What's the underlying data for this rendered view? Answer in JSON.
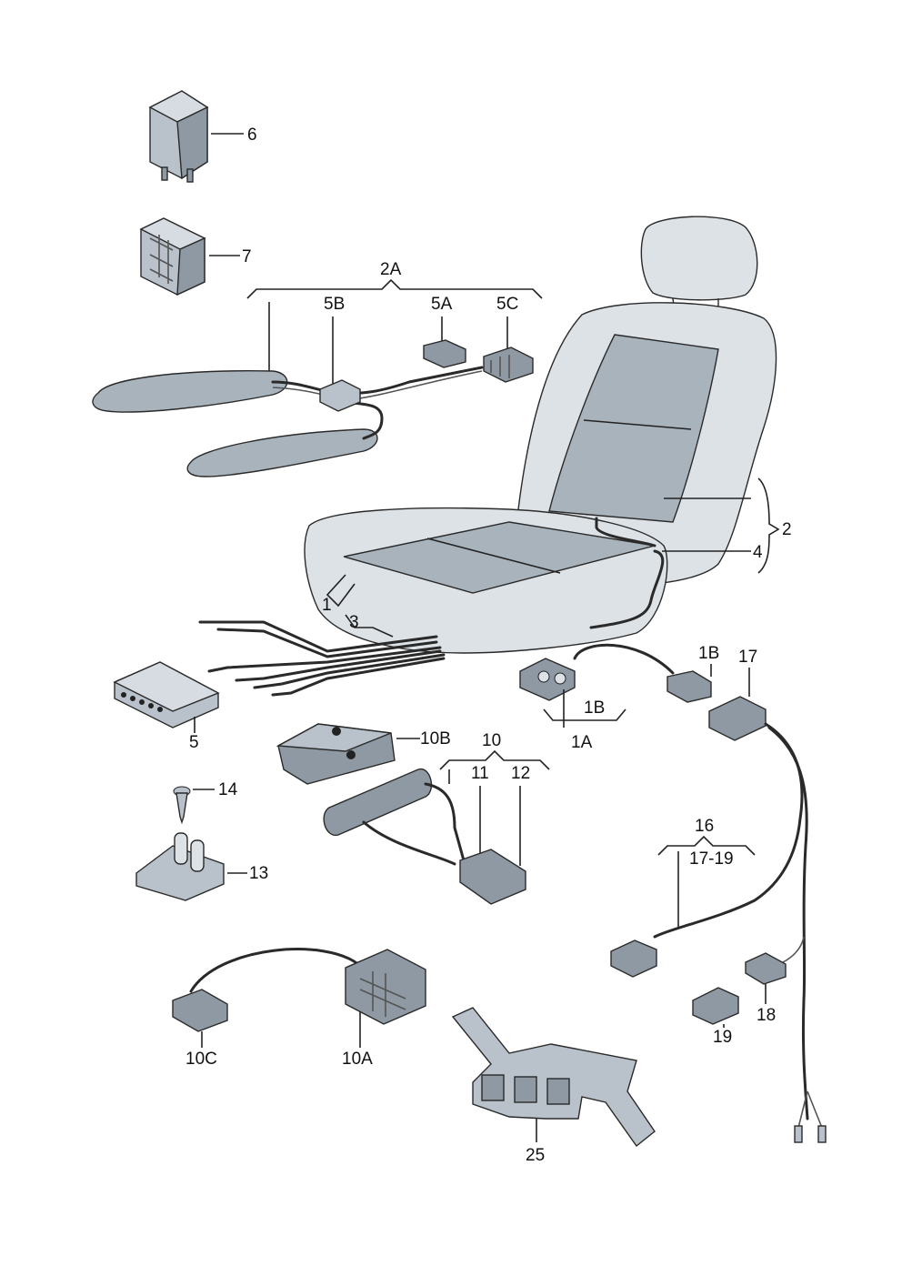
{
  "labels": {
    "l6": "6",
    "l7": "7",
    "l2A": "2A",
    "l5B": "5B",
    "l5A": "5A",
    "l5C": "5C",
    "l2": "2",
    "l4": "4",
    "l1": "1",
    "l3": "3",
    "l5": "5",
    "l1B_top": "1B",
    "l17": "17",
    "l1B": "1B",
    "l1A": "1A",
    "l10B": "10B",
    "l10": "10",
    "l11": "11",
    "l12": "12",
    "l14": "14",
    "l13": "13",
    "l16": "16",
    "l17_19": "17-19",
    "l18": "18",
    "l19": "19",
    "l10C": "10C",
    "l10A": "10A",
    "l25": "25"
  },
  "colors": {
    "part_fill": "#b9c2ca",
    "part_dark": "#8e99a3",
    "seat_fill": "#dde2e7",
    "heater_fill": "#a9b3bc"
  }
}
